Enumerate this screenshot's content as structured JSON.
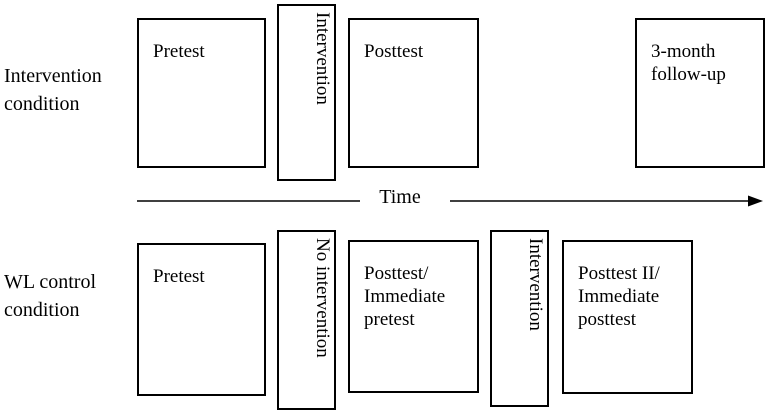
{
  "conditions": {
    "intervention": {
      "label": "Intervention\ncondition",
      "boxes": {
        "pretest": "Pretest",
        "intervention": "Intervention",
        "posttest": "Posttest",
        "followup": "3-month\nfollow-up"
      }
    },
    "wl_control": {
      "label": "WL  control\ncondition",
      "boxes": {
        "pretest": "Pretest",
        "no_intervention": "No intervention",
        "posttest_immediate_pretest": "Posttest/\nImmediate\npretest",
        "intervention": "Intervention",
        "posttest_ii": "Posttest II/\nImmediate\nposttest"
      }
    }
  },
  "timeline": {
    "label": "Time"
  },
  "colors": {
    "stroke": "#000000",
    "background": "#ffffff"
  }
}
